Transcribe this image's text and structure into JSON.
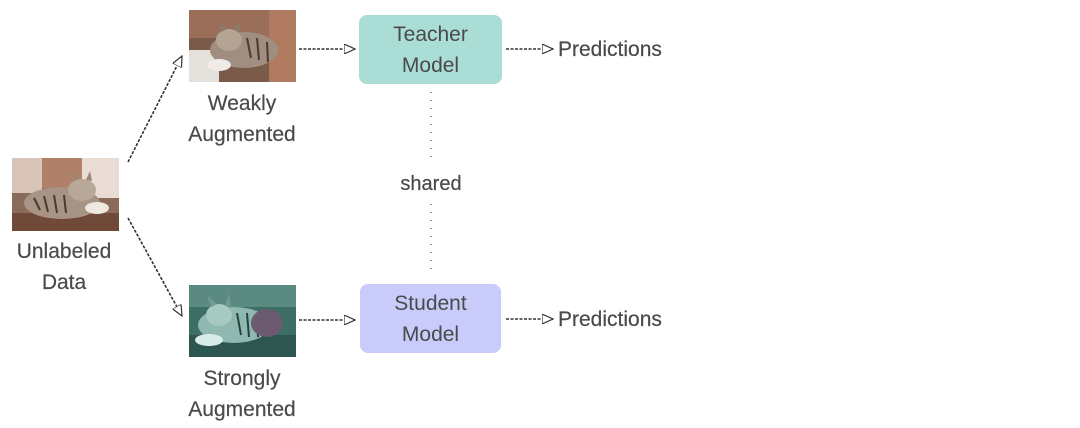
{
  "input": {
    "label_line1": "Unlabeled",
    "label_line2": "Data"
  },
  "weak": {
    "label_line1": "Weakly",
    "label_line2": "Augmented"
  },
  "strong": {
    "label_line1": "Strongly",
    "label_line2": "Augmented"
  },
  "teacher": {
    "line1": "Teacher",
    "line2": "Model",
    "color": "#a9ddd5"
  },
  "student": {
    "line1": "Student",
    "line2": "Model",
    "color": "#c9cbfa"
  },
  "shared_label": "shared",
  "teacher_output": "Predictions",
  "student_output": "Predictions"
}
